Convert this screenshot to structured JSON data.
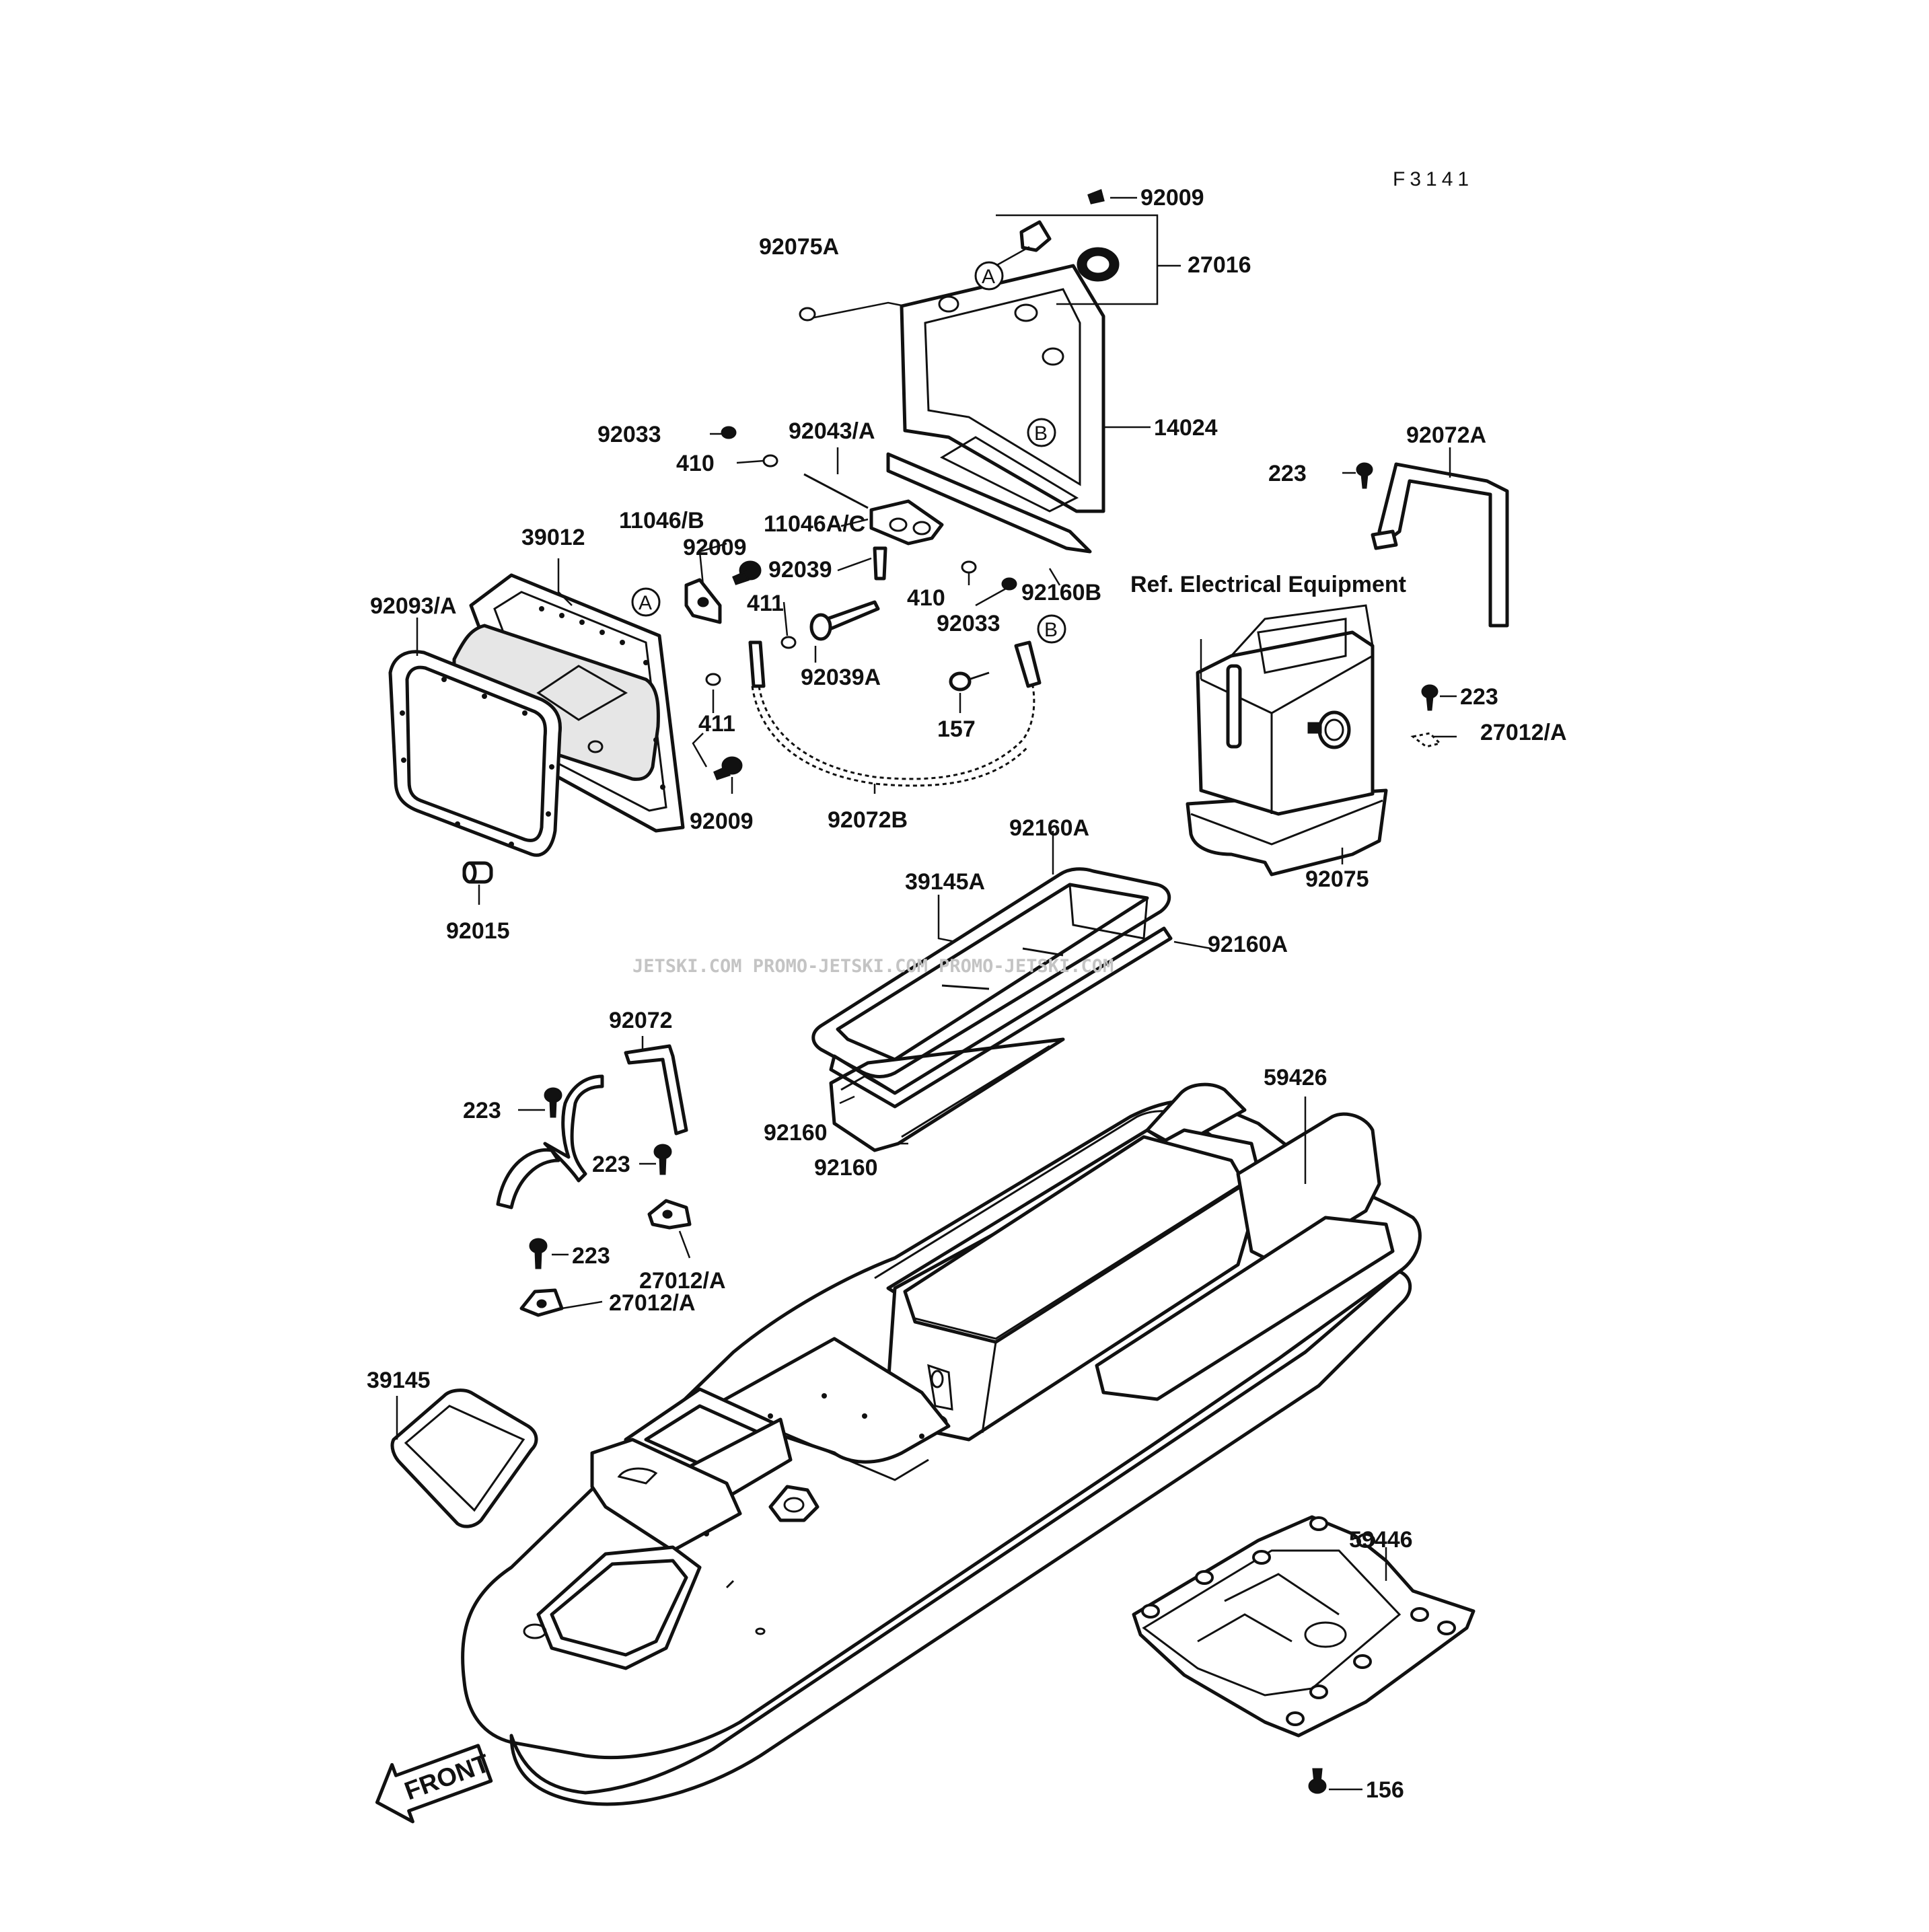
{
  "figure_code": "F3141",
  "watermark": "JETSKI.COM   PROMO-JETSKI.COM   PROMO-JETSKI.COM",
  "front_label": "FRONT",
  "reference_note": "Ref. Electrical Equipment",
  "markers": {
    "a": "A",
    "b": "B"
  },
  "part_labels": [
    "92009",
    "27016",
    "92075A",
    "14024",
    "92033",
    "92043/A",
    "410",
    "11046/B",
    "11046A/C",
    "39012",
    "92009",
    "92039",
    "92093/A",
    "411",
    "410",
    "92160B",
    "92033",
    "92039A",
    "411",
    "157",
    "92009",
    "92072B",
    "92015",
    "223",
    "92072A",
    "223",
    "27012/A",
    "92075",
    "92160A",
    "39145A",
    "92160A",
    "92072",
    "223",
    "223",
    "27012/A",
    "223",
    "27012/A",
    "92160",
    "92160",
    "59426",
    "39145",
    "59446",
    "156"
  ]
}
